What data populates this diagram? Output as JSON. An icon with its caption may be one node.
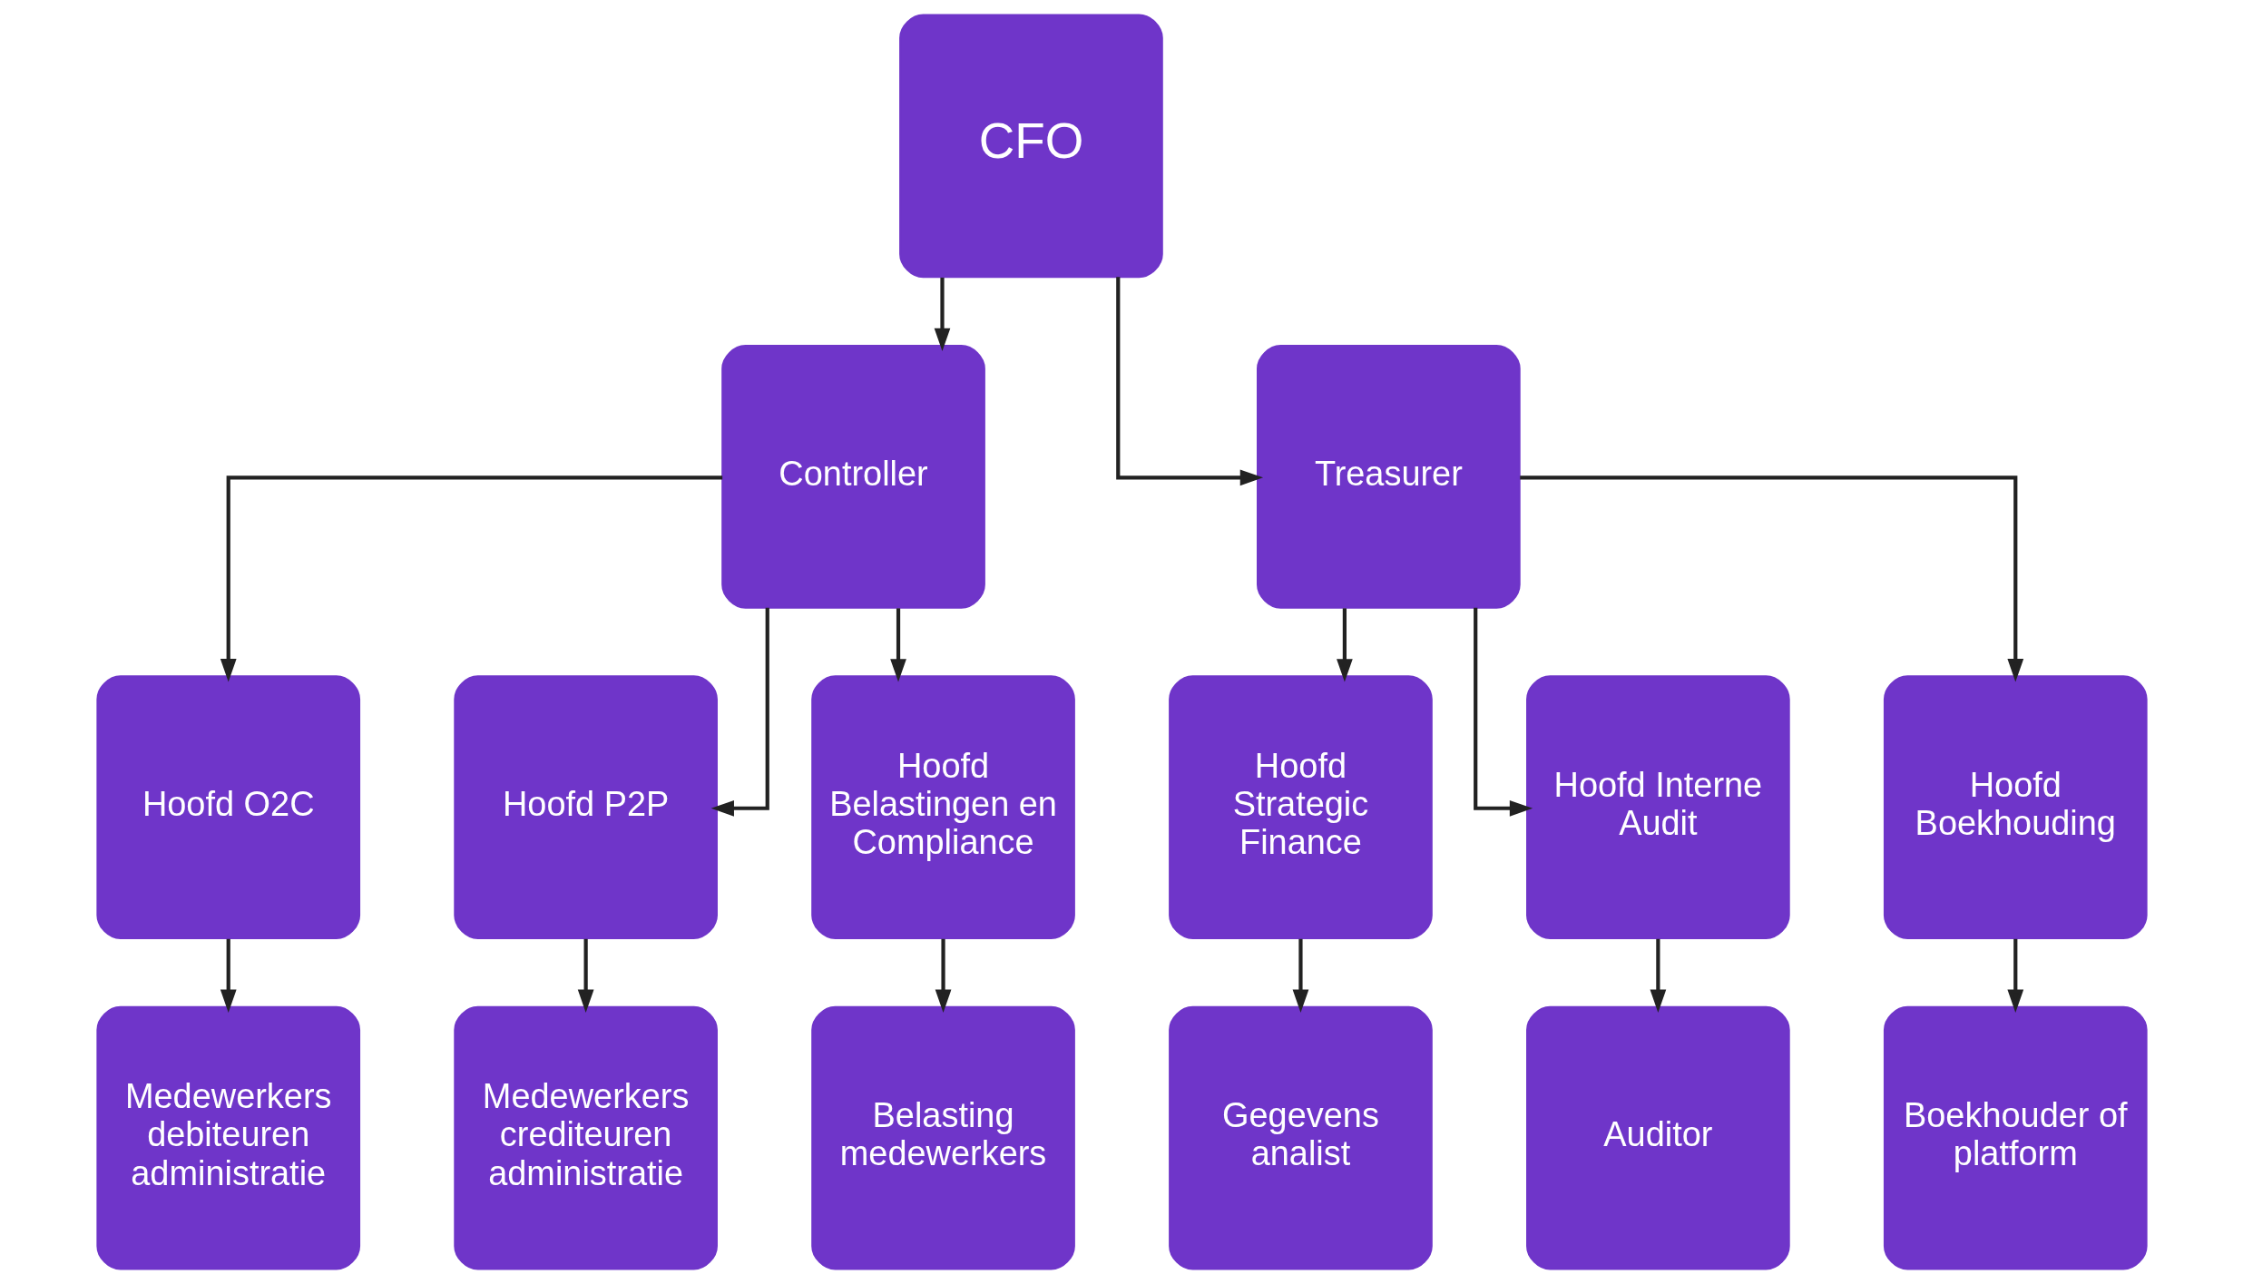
{
  "diagram": {
    "nodes": [
      {
        "text": [
          "CFO"
        ]
      },
      {
        "text": [
          "Controller"
        ]
      },
      {
        "text": [
          "Treasurer"
        ]
      },
      {
        "text": [
          "Hoofd O2C"
        ]
      },
      {
        "text": [
          "Hoofd P2P"
        ]
      },
      {
        "text": [
          "Hoofd Belastingen en Compliance"
        ]
      },
      {
        "text": [
          "Hoofd Strategic Finance"
        ]
      },
      {
        "text": [
          "Hoofd Interne Audit"
        ]
      },
      {
        "text": [
          "Hoofd Boekhouding"
        ]
      },
      {
        "text": [
          "Medewerkers debiteuren administratie"
        ]
      },
      {
        "text": [
          "Medewerkers crediteuren administratie"
        ]
      },
      {
        "text": [
          "Belasting medewerkers"
        ]
      },
      {
        "text": [
          "Gegevens analist"
        ]
      },
      {
        "text": [
          "Auditor"
        ]
      },
      {
        "text": [
          "Boekhouder of platform"
        ]
      }
    ],
    "edges": [
      {
        "from": 0,
        "to": 1,
        "arrow": "to"
      },
      {
        "from": 0,
        "to": 2,
        "arrow": "to"
      },
      {
        "from": 1,
        "to": 3,
        "arrow": "to"
      },
      {
        "from": 1,
        "to": 4,
        "arrow": "to"
      },
      {
        "from": 1,
        "to": 5,
        "arrow": "to"
      },
      {
        "from": 2,
        "to": 6,
        "arrow": "to"
      },
      {
        "from": 2,
        "to": 7,
        "arrow": "to"
      },
      {
        "from": 2,
        "to": 8,
        "arrow": "to"
      },
      {
        "from": 3,
        "to": 9,
        "arrow": "to"
      },
      {
        "from": 4,
        "to": 10,
        "arrow": "to"
      },
      {
        "from": 5,
        "to": 11,
        "arrow": "to"
      },
      {
        "from": 6,
        "to": 12,
        "arrow": "to"
      },
      {
        "from": 7,
        "to": 13,
        "arrow": "to"
      },
      {
        "from": 8,
        "to": 14,
        "arrow": "to"
      }
    ]
  }
}
